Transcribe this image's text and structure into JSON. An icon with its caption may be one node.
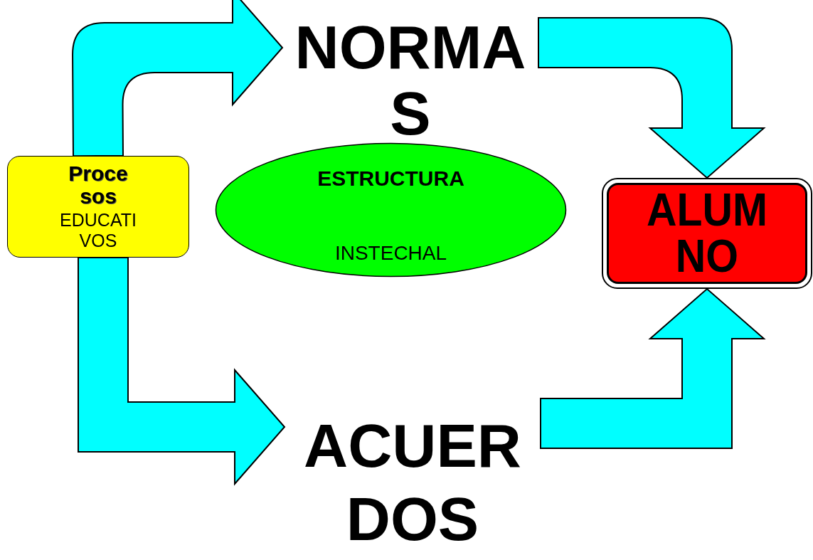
{
  "diagram": {
    "nodes": [
      {
        "text": [
          "Procesos",
          "EDUCATIVOS"
        ]
      },
      {
        "text": [
          "NORMAS"
        ]
      },
      {
        "text": [
          "ESTRUCTURA",
          "INSTECHAL"
        ]
      },
      {
        "text": [
          "ALUMNO"
        ]
      },
      {
        "text": [
          "ACUERDOS"
        ]
      }
    ],
    "edges": [
      {
        "from": 0,
        "to": 1,
        "arrow": "to"
      },
      {
        "from": 1,
        "to": 3,
        "arrow": "to"
      },
      {
        "from": 0,
        "to": 4,
        "arrow": "to"
      },
      {
        "from": 4,
        "to": 3,
        "arrow": "to"
      }
    ]
  }
}
